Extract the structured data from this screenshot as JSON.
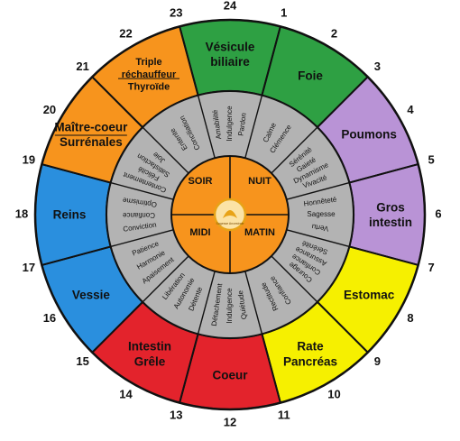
{
  "wheel": {
    "hours": [
      {
        "n": "1",
        "deg": 15
      },
      {
        "n": "2",
        "deg": 30
      },
      {
        "n": "3",
        "deg": 45
      },
      {
        "n": "4",
        "deg": 60
      },
      {
        "n": "5",
        "deg": 75
      },
      {
        "n": "6",
        "deg": 90
      },
      {
        "n": "7",
        "deg": 105
      },
      {
        "n": "8",
        "deg": 120
      },
      {
        "n": "9",
        "deg": 135
      },
      {
        "n": "10",
        "deg": 150
      },
      {
        "n": "11",
        "deg": 165
      },
      {
        "n": "12",
        "deg": 180
      },
      {
        "n": "13",
        "deg": 195
      },
      {
        "n": "14",
        "deg": 210
      },
      {
        "n": "15",
        "deg": 225
      },
      {
        "n": "16",
        "deg": 240
      },
      {
        "n": "17",
        "deg": 255
      },
      {
        "n": "18",
        "deg": 270
      },
      {
        "n": "19",
        "deg": 285
      },
      {
        "n": "20",
        "deg": 300
      },
      {
        "n": "21",
        "deg": 315
      },
      {
        "n": "22",
        "deg": 330
      },
      {
        "n": "23",
        "deg": 345
      },
      {
        "n": "24",
        "deg": 0
      }
    ],
    "organs": [
      {
        "id": "vesicule",
        "lines": [
          "Vésicule",
          "biliaire"
        ],
        "from": 345,
        "to": 15,
        "color": "#2ea043"
      },
      {
        "id": "foie",
        "lines": [
          "Foie"
        ],
        "from": 15,
        "to": 45,
        "color": "#2ea043"
      },
      {
        "id": "poumons",
        "lines": [
          "Poumons"
        ],
        "from": 45,
        "to": 75,
        "color": "#b993d6"
      },
      {
        "id": "gros-intestin",
        "lines": [
          "Gros",
          "intestin"
        ],
        "from": 75,
        "to": 105,
        "color": "#b993d6"
      },
      {
        "id": "estomac",
        "lines": [
          "Estomac"
        ],
        "from": 105,
        "to": 135,
        "color": "#f6f000"
      },
      {
        "id": "rate-pancreas",
        "lines": [
          "Rate",
          "Pancréas"
        ],
        "from": 135,
        "to": 165,
        "color": "#f6f000"
      },
      {
        "id": "coeur",
        "lines": [
          "Coeur"
        ],
        "from": 165,
        "to": 195,
        "color": "#e3232c"
      },
      {
        "id": "intestin-grele",
        "lines": [
          "Intestin",
          "Grêle"
        ],
        "from": 195,
        "to": 225,
        "color": "#e3232c"
      },
      {
        "id": "vessie",
        "lines": [
          "Vessie"
        ],
        "from": 225,
        "to": 255,
        "color": "#2a8fde"
      },
      {
        "id": "reins",
        "lines": [
          "Reins"
        ],
        "from": 255,
        "to": 285,
        "color": "#2a8fde"
      },
      {
        "id": "maitre-coeur",
        "lines": [
          "Maître-coeur",
          "Surrénales"
        ],
        "from": 285,
        "to": 315,
        "color": "#f7941d"
      },
      {
        "id": "triple-rechauffeur",
        "lines": [
          "Triple",
          "réchauffeur",
          "Thyroïde"
        ],
        "from": 315,
        "to": 345,
        "color": "#f7941d"
      }
    ],
    "emotions": [
      {
        "id": "vesicule",
        "words": [
          "Amabilité",
          "Indulgence",
          "Pardon"
        ]
      },
      {
        "id": "foie",
        "words": [
          "Calme",
          "Clémence"
        ]
      },
      {
        "id": "poumons",
        "words": [
          "Sérénité",
          "Gaieté",
          "Dynamisme",
          "Vivacité"
        ]
      },
      {
        "id": "gros-intestin",
        "words": [
          "Honnêteté",
          "Sagesse",
          "Vertu"
        ]
      },
      {
        "id": "estomac",
        "words": [
          "Sérénité",
          "Assurance",
          "Confiance",
          "Courage"
        ]
      },
      {
        "id": "rate-pancreas",
        "words": [
          "Confiance",
          "Rectitude"
        ]
      },
      {
        "id": "coeur",
        "words": [
          "Quiétude",
          "Indulgence",
          "Détachement"
        ]
      },
      {
        "id": "intestin-grele",
        "words": [
          "Détente",
          "Autonomie",
          "Libération"
        ]
      },
      {
        "id": "vessie",
        "words": [
          "Apaisement",
          "Harmonie",
          "Patience"
        ]
      },
      {
        "id": "reins",
        "words": [
          "Conviction",
          "Confiance",
          "Optimisme"
        ]
      },
      {
        "id": "maitre-coeur",
        "words": [
          "Contentement",
          "Félicité",
          "Satisfaction",
          "Joie"
        ]
      },
      {
        "id": "triple-rechauffeur",
        "words": [
          "Entente",
          "Conciliation"
        ]
      }
    ],
    "quarters": [
      "SOIR",
      "NUIT",
      "MIDI",
      "MATIN"
    ],
    "logo_text": "Sagesse Ancestrale",
    "colors": {
      "ring_gray": "#b3b3b3",
      "center_orange": "#f7941d",
      "outline": "#111111",
      "logo_gold": "#e8a317"
    }
  }
}
